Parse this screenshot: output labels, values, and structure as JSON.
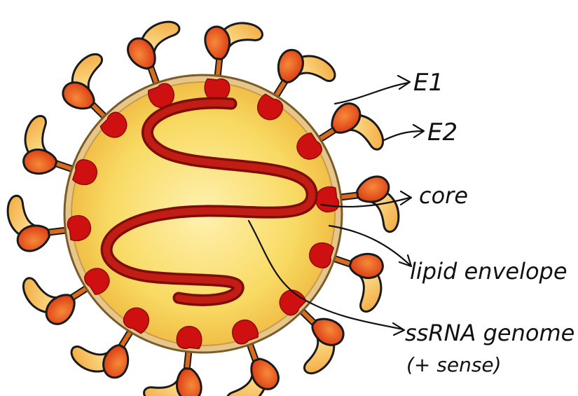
{
  "labels": {
    "e1": "E1",
    "e2": "E2",
    "core": "core",
    "lipid_envelope": "lipid envelope",
    "genome": "ssRNA genome",
    "genome_sense": "(+ sense)"
  },
  "colors": {
    "envelope_fill": "#f6d45a",
    "envelope_rim": "#c9a266",
    "core_protein": "#cf1010",
    "rna": "#a3140f",
    "e1_orange": "#ea5a1c",
    "e2_yellow": "#f6c04a",
    "outline": "#1a1a1a"
  }
}
